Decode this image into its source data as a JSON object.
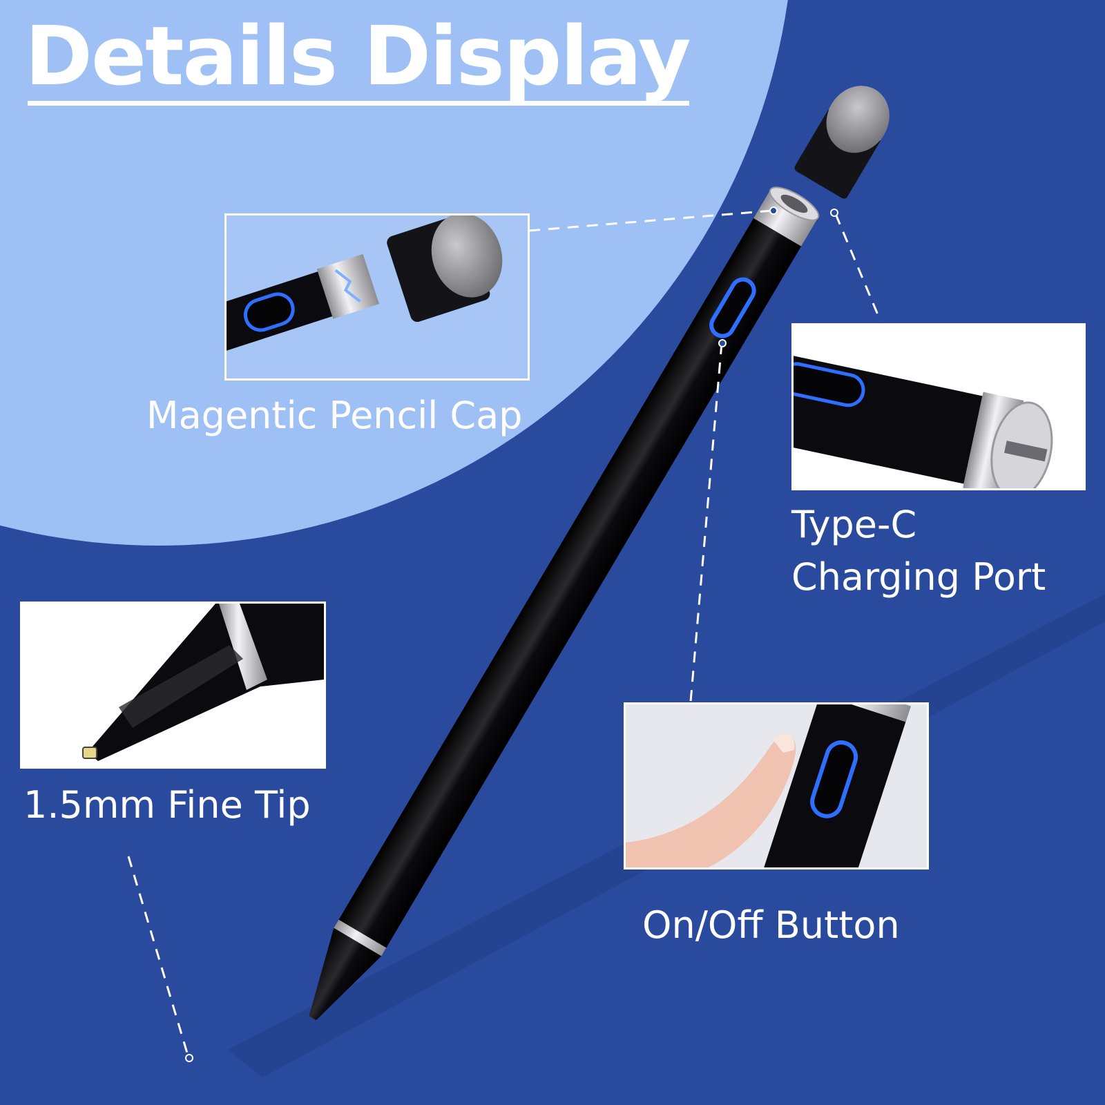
{
  "title": "Details Display",
  "labels": {
    "cap": "Magentic Pencil Cap",
    "port_line1": "Type-C",
    "port_line2": "Charging Port",
    "tip": "1.5mm Fine Tip",
    "button": "On/Off Button"
  },
  "colors": {
    "background": "#2a4a9e",
    "circle": "#9fc0f5",
    "pen_body": "#0b0b0f",
    "accent_blue": "#2f6fff",
    "silver": "#c8c8cc",
    "text": "#ffffff"
  }
}
